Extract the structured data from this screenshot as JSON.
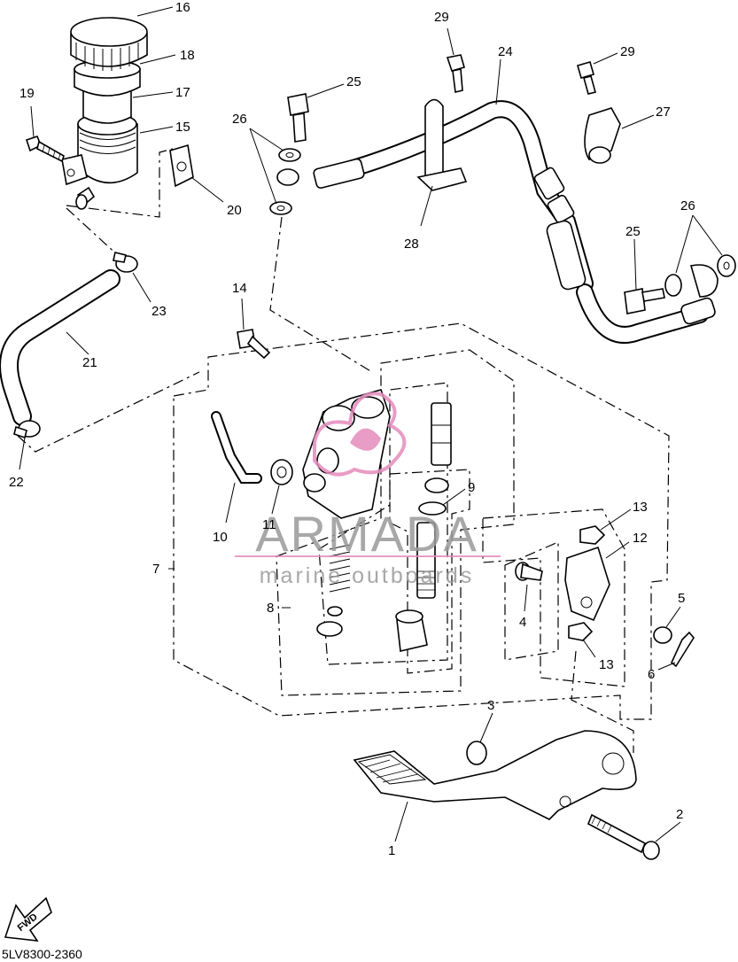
{
  "diagram": {
    "code": "5LV8300-2360",
    "fwd_label": "FWD",
    "watermark": {
      "brand": "ARMADA",
      "tagline": "marine outboards"
    },
    "callouts": [
      "1",
      "2",
      "3",
      "4",
      "5",
      "6",
      "7",
      "8",
      "9",
      "10",
      "11",
      "12",
      "13",
      "14",
      "15",
      "16",
      "17",
      "18",
      "19",
      "20",
      "21",
      "22",
      "23",
      "24",
      "25",
      "26",
      "27",
      "28",
      "29"
    ]
  }
}
